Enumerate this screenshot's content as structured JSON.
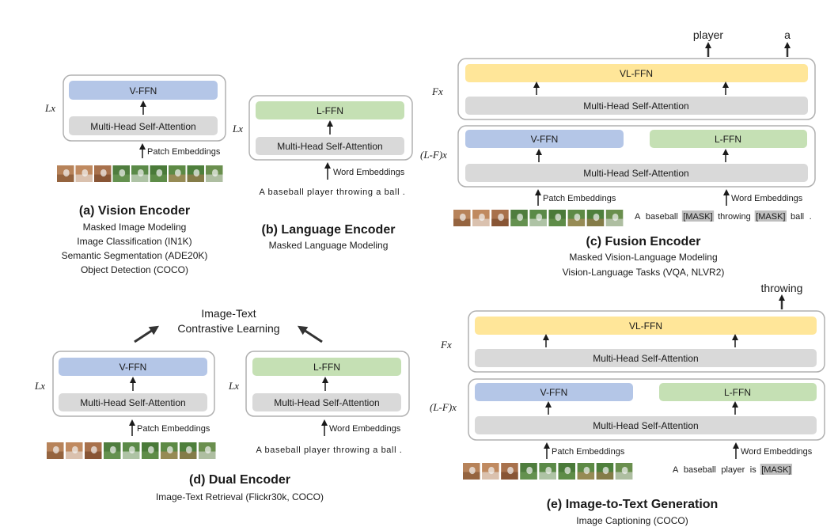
{
  "colors": {
    "v_ffn": "#b4c6e7",
    "l_ffn": "#c5e0b4",
    "vl_ffn": "#ffe699",
    "attention": "#d9d9d9",
    "frame": "#b0b0b0",
    "text": "#1a1a1a"
  },
  "common": {
    "v_ffn": "V-FFN",
    "l_ffn": "L-FFN",
    "vl_ffn": "VL-FFN",
    "mhsa": "Multi-Head Self-Attention",
    "patch_embeddings": "Patch Embeddings",
    "word_embeddings": "Word Embeddings",
    "lx": "Lx",
    "fx": "Fx",
    "lfx": "(L-F)x"
  },
  "panel_a": {
    "title": "(a) Vision Encoder",
    "tasks": [
      "Masked Image Modeling",
      "Image Classification (IN1K)",
      "Semantic Segmentation (ADE20K)",
      "Object Detection (COCO)"
    ]
  },
  "panel_b": {
    "title": "(b) Language Encoder",
    "tasks": [
      "Masked Language Modeling"
    ],
    "sentence": "A baseball player throwing a ball ."
  },
  "panel_c": {
    "title": "(c) Fusion Encoder",
    "tasks": [
      "Masked Vision-Language Modeling",
      "Vision-Language Tasks (VQA, NLVR2)"
    ],
    "outputs": [
      "player",
      "a"
    ],
    "tokens": [
      {
        "text": "A",
        "masked": false
      },
      {
        "text": "baseball",
        "masked": false
      },
      {
        "text": "[MASK]",
        "masked": true
      },
      {
        "text": "throwing",
        "masked": false
      },
      {
        "text": "[MASK]",
        "masked": true
      },
      {
        "text": "ball",
        "masked": false
      },
      {
        "text": ".",
        "masked": false
      }
    ]
  },
  "panel_d": {
    "title": "(d) Dual Encoder",
    "tasks": [
      "Image-Text Retrieval (Flickr30k, COCO)"
    ],
    "objective_line1": "Image-Text",
    "objective_line2": "Contrastive Learning",
    "sentence": "A baseball player throwing a ball ."
  },
  "panel_e": {
    "title": "(e) Image-to-Text Generation",
    "tasks": [
      "Image Captioning (COCO)"
    ],
    "output": "throwing",
    "tokens": [
      {
        "text": "A",
        "masked": false
      },
      {
        "text": "baseball",
        "masked": false
      },
      {
        "text": "player",
        "masked": false
      },
      {
        "text": "is",
        "masked": false
      },
      {
        "text": "[MASK]",
        "masked": true
      }
    ]
  }
}
